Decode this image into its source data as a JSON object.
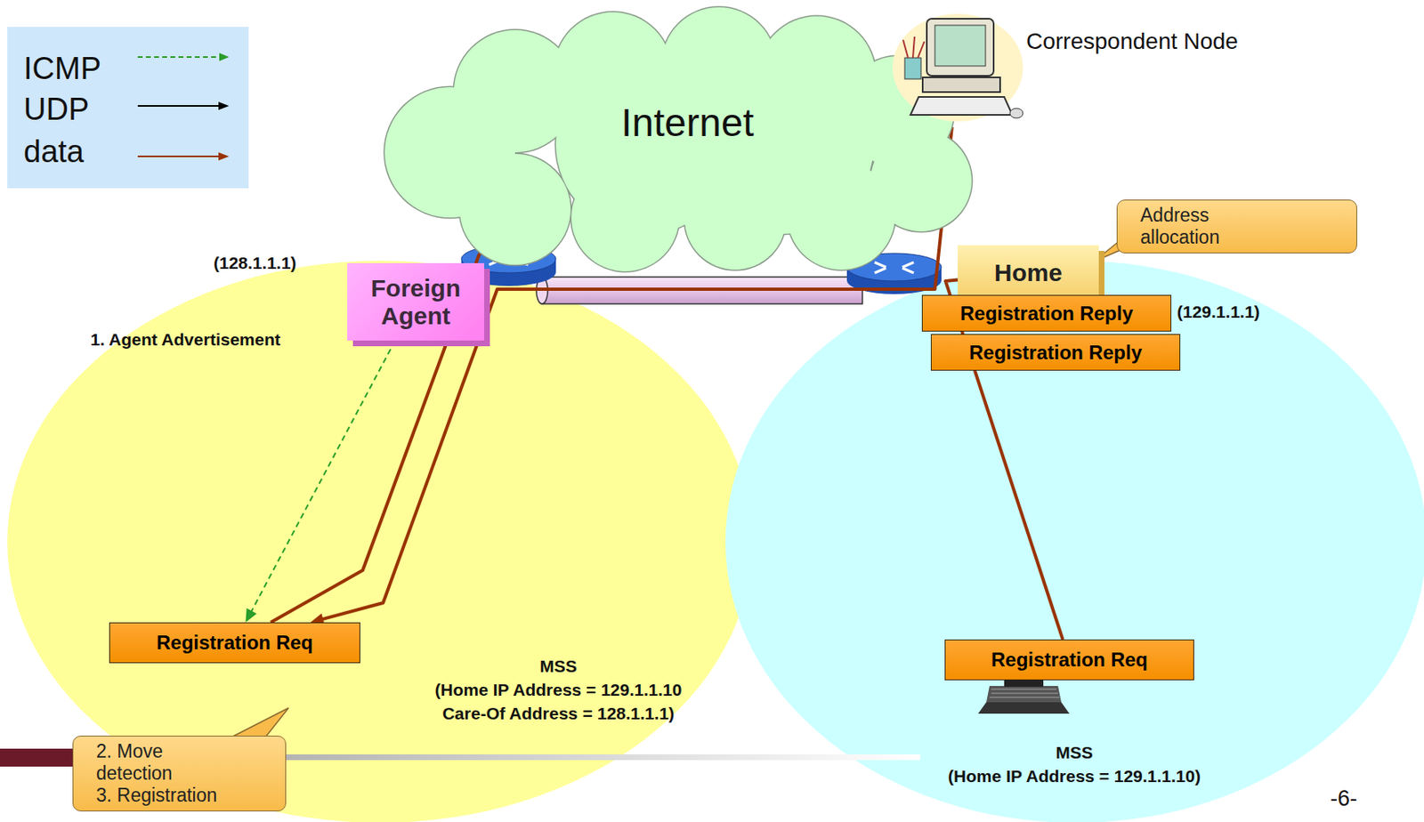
{
  "diagram": {
    "nodes": [
      {
        "text": [
          "Internet"
        ]
      },
      {
        "text": [
          "Correspondent Node"
        ]
      },
      {
        "text": [
          "Address allocation"
        ]
      },
      {
        "text": [
          "Foreign Agent"
        ]
      },
      {
        "text": [
          "Home"
        ]
      },
      {
        "text": [
          "Registration Reply"
        ]
      },
      {
        "text": [
          "Registration Reply"
        ]
      },
      {
        "text": [
          "Registration Req"
        ]
      },
      {
        "text": [
          "Registration Req"
        ]
      },
      {
        "text": [
          "2. Move detection",
          "3. Registration"
        ]
      }
    ],
    "edges": [
      {
        "from": 3,
        "to": 7,
        "arrow": "to"
      },
      {
        "from": 7,
        "to": 1,
        "arrow": "to"
      },
      {
        "from": 1,
        "to": 7,
        "arrow": "to"
      },
      {
        "from": 8,
        "to": 4,
        "arrow": "none"
      }
    ],
    "labels": [
      "1. Agent Advertisement",
      "(128.1.1.1)",
      "(129.1.1.1)",
      "MSS",
      "(Home IP Address = 129.1.1.10",
      "Care-Of Address = 128.1.1.1)",
      "MSS",
      "(Home IP Address = 129.1.1.10)",
      "-6-"
    ],
    "legend": [
      {
        "text": "ICMP"
      },
      {
        "text": "UDP"
      },
      {
        "text": "data"
      }
    ]
  }
}
